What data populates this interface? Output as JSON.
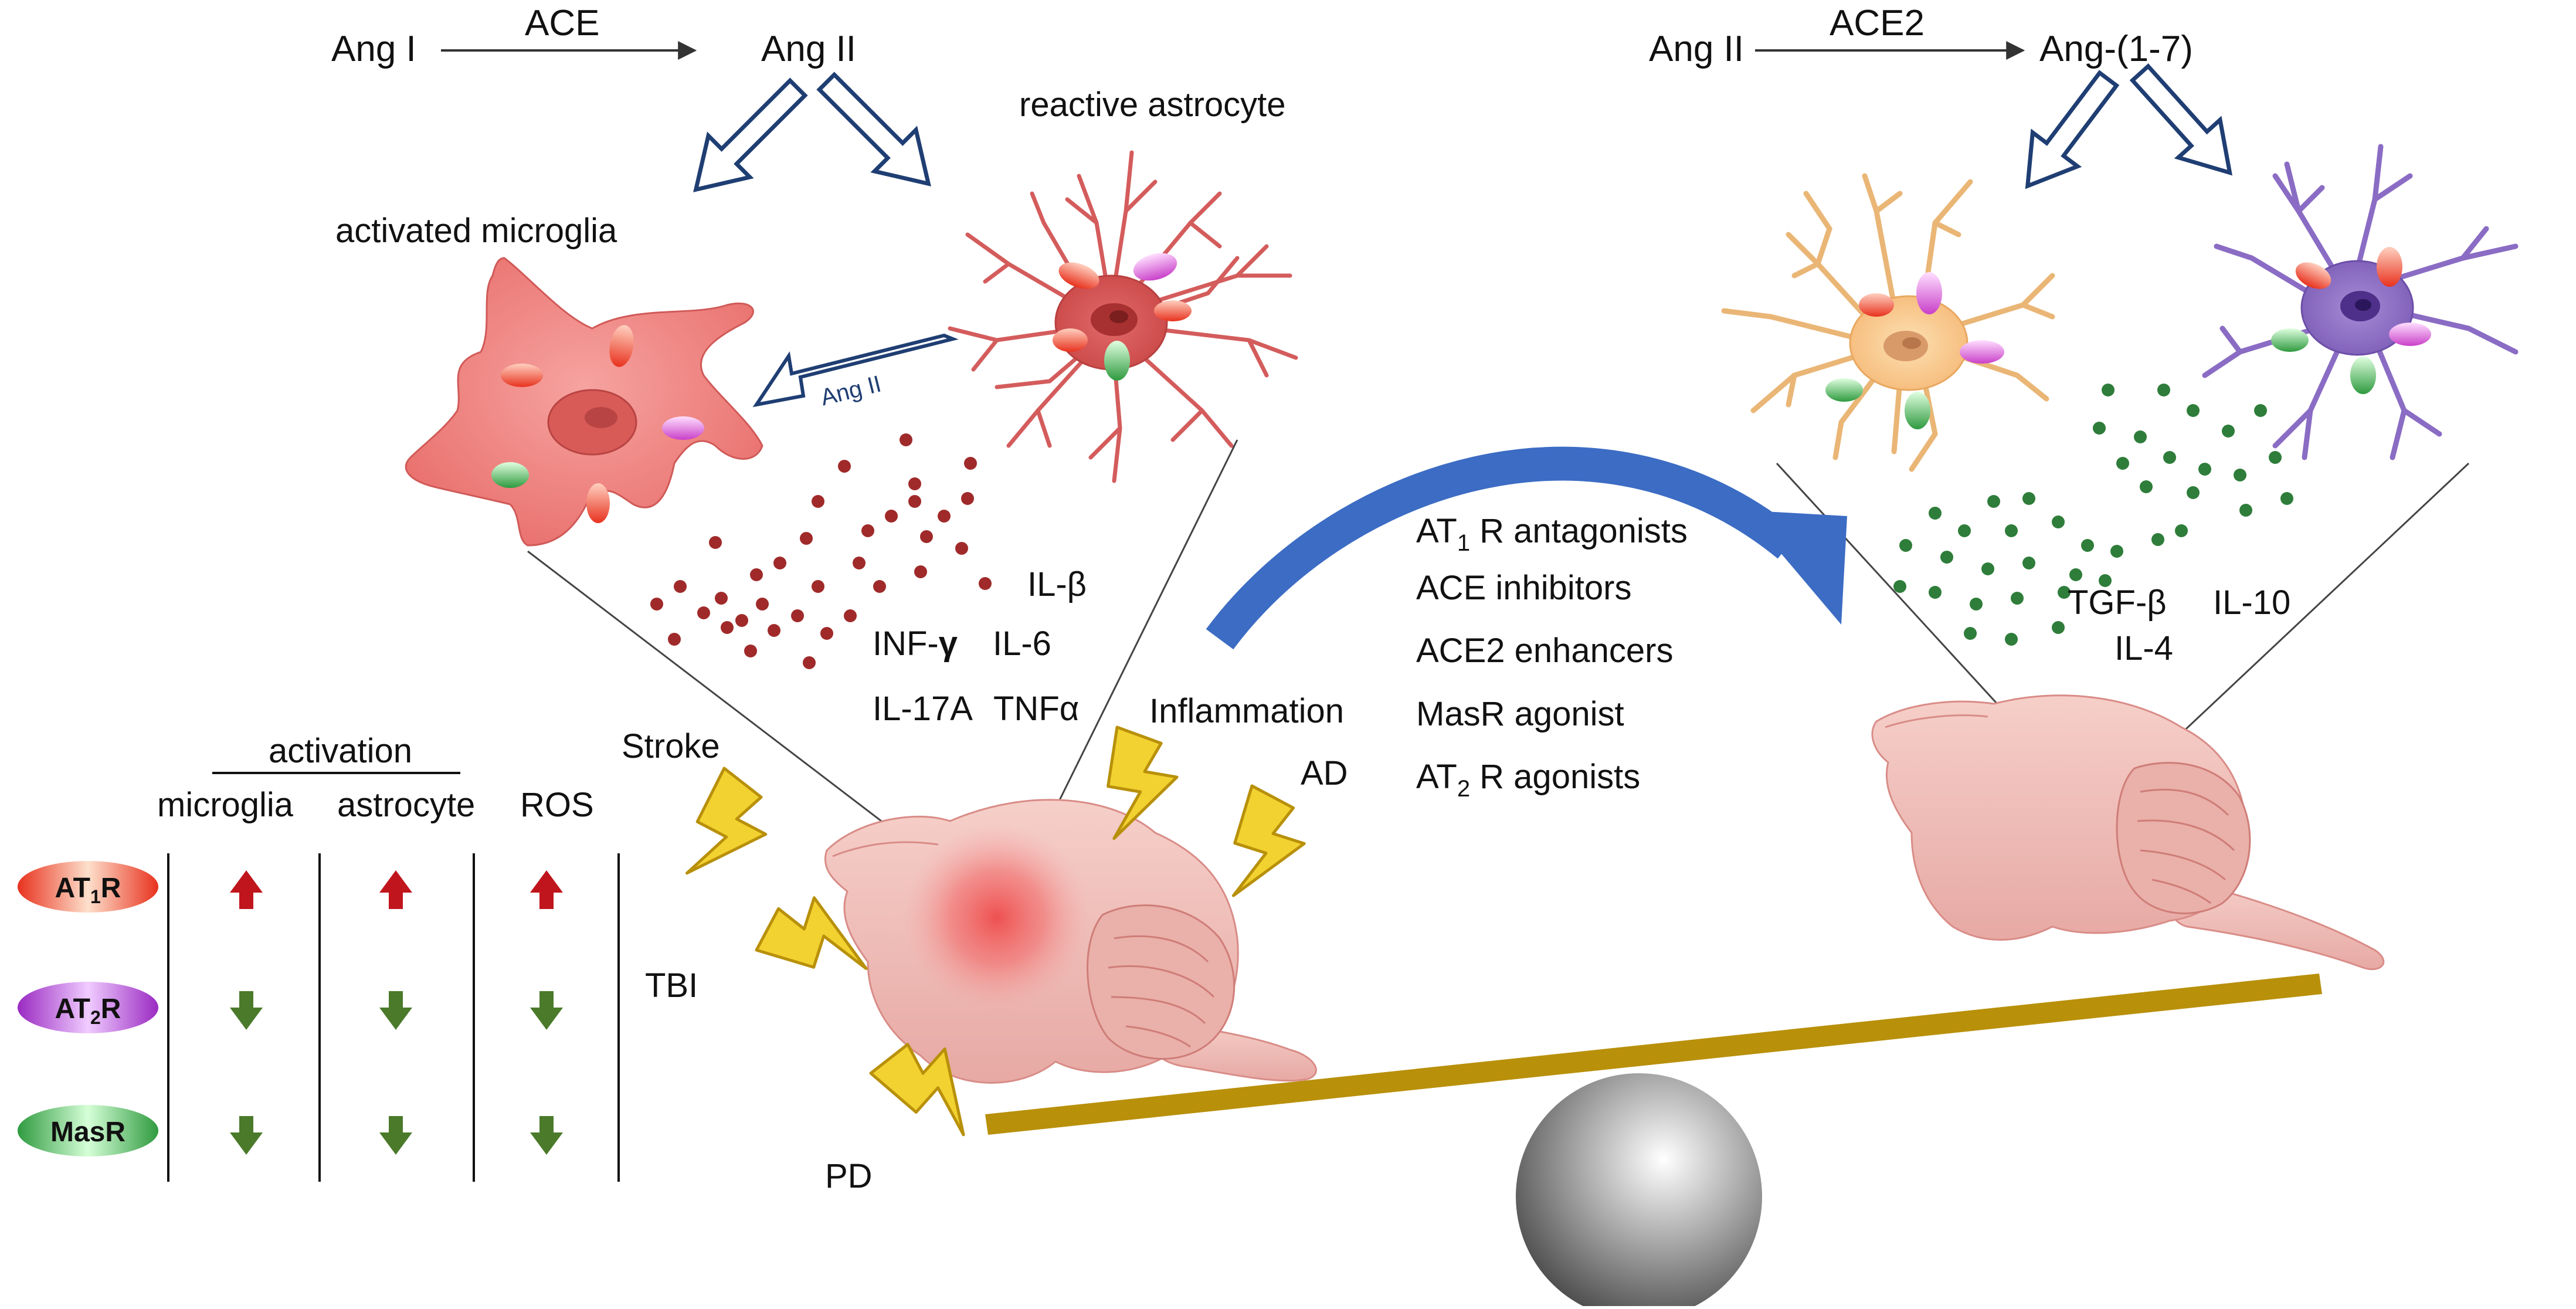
{
  "pathway_left": {
    "from": "Ang I",
    "enzyme": "ACE",
    "to": "Ang II"
  },
  "pathway_right": {
    "from": "Ang II",
    "enzyme": "ACE2",
    "to": "Ang-(1-7)"
  },
  "cells": {
    "microglia": "activated microglia",
    "astrocyte": "reactive astrocyte",
    "signal": "Ang II"
  },
  "cytokines_pro": {
    "il_beta": "IL-β",
    "inf_gamma_base": "INF-",
    "inf_gamma_sym": "γ",
    "il6": "IL-6",
    "il17a": "IL-17A",
    "tnfa": "TNFα"
  },
  "cytokines_anti": {
    "tgfb": "TGF-β",
    "il10": "IL-10",
    "il4": "IL-4"
  },
  "insults": {
    "stroke": "Stroke",
    "inflammation": "Inflammation",
    "ad": "AD",
    "tbi": "TBI",
    "pd": "PD"
  },
  "therapies": {
    "at1r_pre": "AT",
    "at1r_sub": "1",
    "at1r_post": " R antagonists",
    "ace_inh": "ACE inhibitors",
    "ace2": "ACE2 enhancers",
    "masr": "MasR agonist",
    "at2r_pre": "AT",
    "at2r_sub": "2",
    "at2r_post": " R agonists"
  },
  "table": {
    "group_header": "activation",
    "columns": [
      "microglia",
      "astrocyte",
      "ROS"
    ],
    "rows": [
      {
        "pre": "AT",
        "sub": "1",
        "post": "R",
        "effects": [
          "up",
          "up",
          "up"
        ]
      },
      {
        "pre": "AT",
        "sub": "2",
        "post": "R",
        "effects": [
          "down",
          "down",
          "down"
        ]
      },
      {
        "pre": "MasR",
        "sub": "",
        "post": "",
        "effects": [
          "down",
          "down",
          "down"
        ]
      }
    ]
  },
  "colors": {
    "up_arrow": "#c0151c",
    "down_arrow": "#4a7a2a",
    "curved_arrow": "#3c6cc4",
    "seesaw_bar": "#b8900a",
    "pro_dots": "#a02a2a",
    "anti_dots": "#2e7d3a",
    "open_arrow_stroke": "#1f3e73",
    "bolt": "#f2d230"
  }
}
